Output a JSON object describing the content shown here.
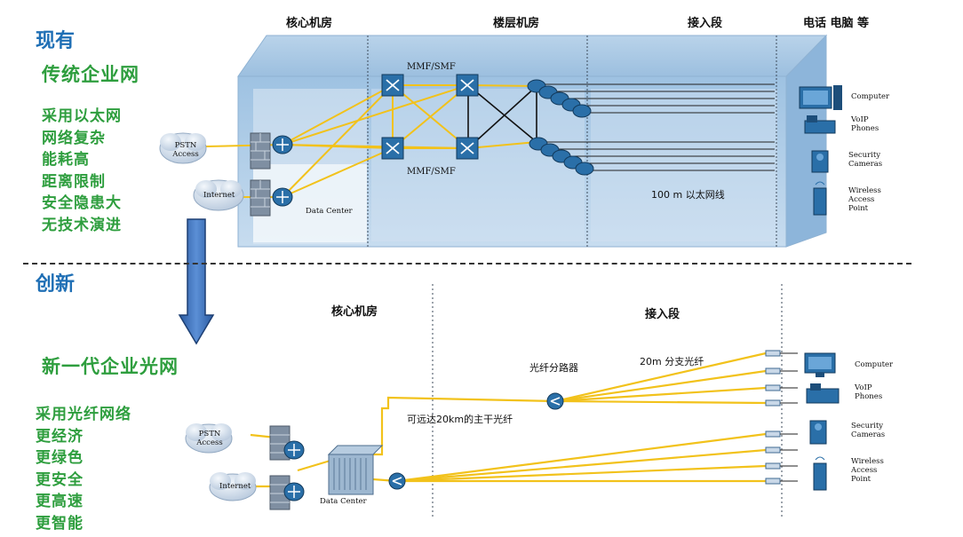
{
  "left": {
    "top_title": "现有",
    "top_subtitle": "传统企业网",
    "top_bullets": [
      "采用以太网",
      "网络复杂",
      "能耗高",
      "距离限制",
      "安全隐患大",
      "无技术演进"
    ],
    "bottom_title": "创新",
    "bottom_subtitle": "新一代企业光网",
    "bottom_bullets": [
      "采用光纤网络",
      "更经济",
      "更绿色",
      "更安全",
      "更高速",
      "更智能"
    ]
  },
  "top_diagram": {
    "zones": [
      "核心机房",
      "楼层机房",
      "接入段",
      "电话 电脑 等"
    ],
    "mmf_label_top": "MMF/SMF",
    "mmf_label_bottom": "MMF/SMF",
    "pstn_label": "PSTN Access",
    "internet_label": "Internet",
    "datacenter_label": "Data Center",
    "cable_label": "100 m 以太网线",
    "devices": [
      "Computer",
      "VoIP Phones",
      "Security Cameras",
      "Wireless Access Point"
    ]
  },
  "bottom_diagram": {
    "zones": [
      "核心机房",
      "接入段"
    ],
    "splitter_label": "光纤分路器",
    "branch_label": "20m 分支光纤",
    "trunk_label": "可远达20km的主干光纤",
    "pstn_label": "PSTN Access",
    "internet_label": "Internet",
    "datacenter_label": "Data Center",
    "devices": [
      "Computer",
      "VoIP Phones",
      "Security Cameras",
      "Wireless Access Point"
    ]
  },
  "colors": {
    "title_blue": "#1f6fb5",
    "text_green": "#2e9e3e",
    "fiber_yellow": "#f2c21b",
    "arrow_blue": "#3a6db3",
    "switch_blue": "#2a6fa8"
  }
}
